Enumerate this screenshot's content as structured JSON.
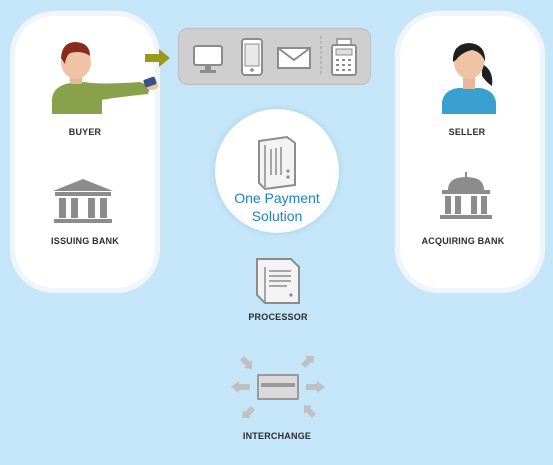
{
  "labels": {
    "buyer": "BUYER",
    "issuing_bank": "ISSUING BANK",
    "seller": "SELLER",
    "acquiring_bank": "ACQUIRING BANK",
    "processor": "PROCESSOR",
    "interchange": "INTERCHANGE"
  },
  "hub": {
    "line1": "One Payment",
    "line2": "Solution"
  },
  "icons": {
    "buyer": "buyer-person-icon",
    "seller": "seller-person-icon",
    "card": "payment-card-icon",
    "arrow": "flow-arrow-icon",
    "monitor": "computer-monitor-icon",
    "phone": "mobile-phone-icon",
    "mail": "envelope-icon",
    "terminal": "payment-terminal-icon",
    "issuing_bank": "bank-building-icon",
    "acquiring_bank": "domed-bank-building-icon",
    "server": "server-icon",
    "processor": "document-server-icon",
    "interchange": "card-exchange-arrows-icon"
  },
  "colors": {
    "background": "#c4e6f8",
    "card_panel": "#ffffff",
    "hub_text": "#1a84c4",
    "arrow": "#9a9a1a",
    "buyer_shirt": "#8aa14b",
    "seller_shirt": "#3aa0cf",
    "icon_gray": "#8c8c8c"
  }
}
